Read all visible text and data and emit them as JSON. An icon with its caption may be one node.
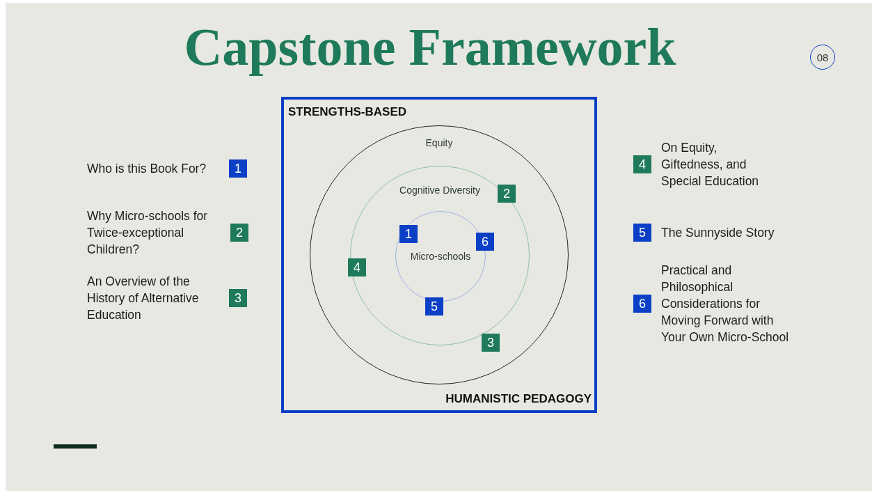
{
  "diagram": {
    "title": "Capstone Framework",
    "nodes": [
      {
        "text": [
          "STRENGTHS-BASED",
          "HUMANISTIC PEDAGOGY"
        ]
      },
      {
        "text": [
          "Equity"
        ],
        "in": 0
      },
      {
        "text": [
          "Cognitive Diversity"
        ],
        "in": 1
      },
      {
        "text": [
          "Micro-schools"
        ],
        "in": 2
      },
      {
        "text": [
          "2"
        ],
        "in": 2
      },
      {
        "text": [
          "1"
        ],
        "in": 3
      },
      {
        "text": [
          "6"
        ],
        "in": 2
      },
      {
        "text": [
          "4"
        ],
        "in": 2
      },
      {
        "text": [
          "5"
        ],
        "in": 2
      },
      {
        "text": [
          "3"
        ],
        "in": 1
      },
      {
        "text": [
          "1"
        ],
        "beside": [
          "Who is this Book For?"
        ]
      },
      {
        "text": [
          "2"
        ],
        "beside": [
          "Why Micro-schools for Twice-exceptional Children?"
        ]
      },
      {
        "text": [
          "3"
        ],
        "beside": [
          "An Overview of the History of Alternative Education"
        ]
      },
      {
        "text": [
          "4"
        ],
        "beside": [
          "On Equity, Giftedness, and Special Education"
        ]
      },
      {
        "text": [
          "5"
        ],
        "beside": [
          "The Sunnyside Story"
        ]
      },
      {
        "text": [
          "6"
        ],
        "beside": [
          "Practical and Philosophical Considerations for Moving Forward with Your Own Micro-School"
        ]
      },
      {
        "text": [
          "08"
        ]
      }
    ]
  }
}
